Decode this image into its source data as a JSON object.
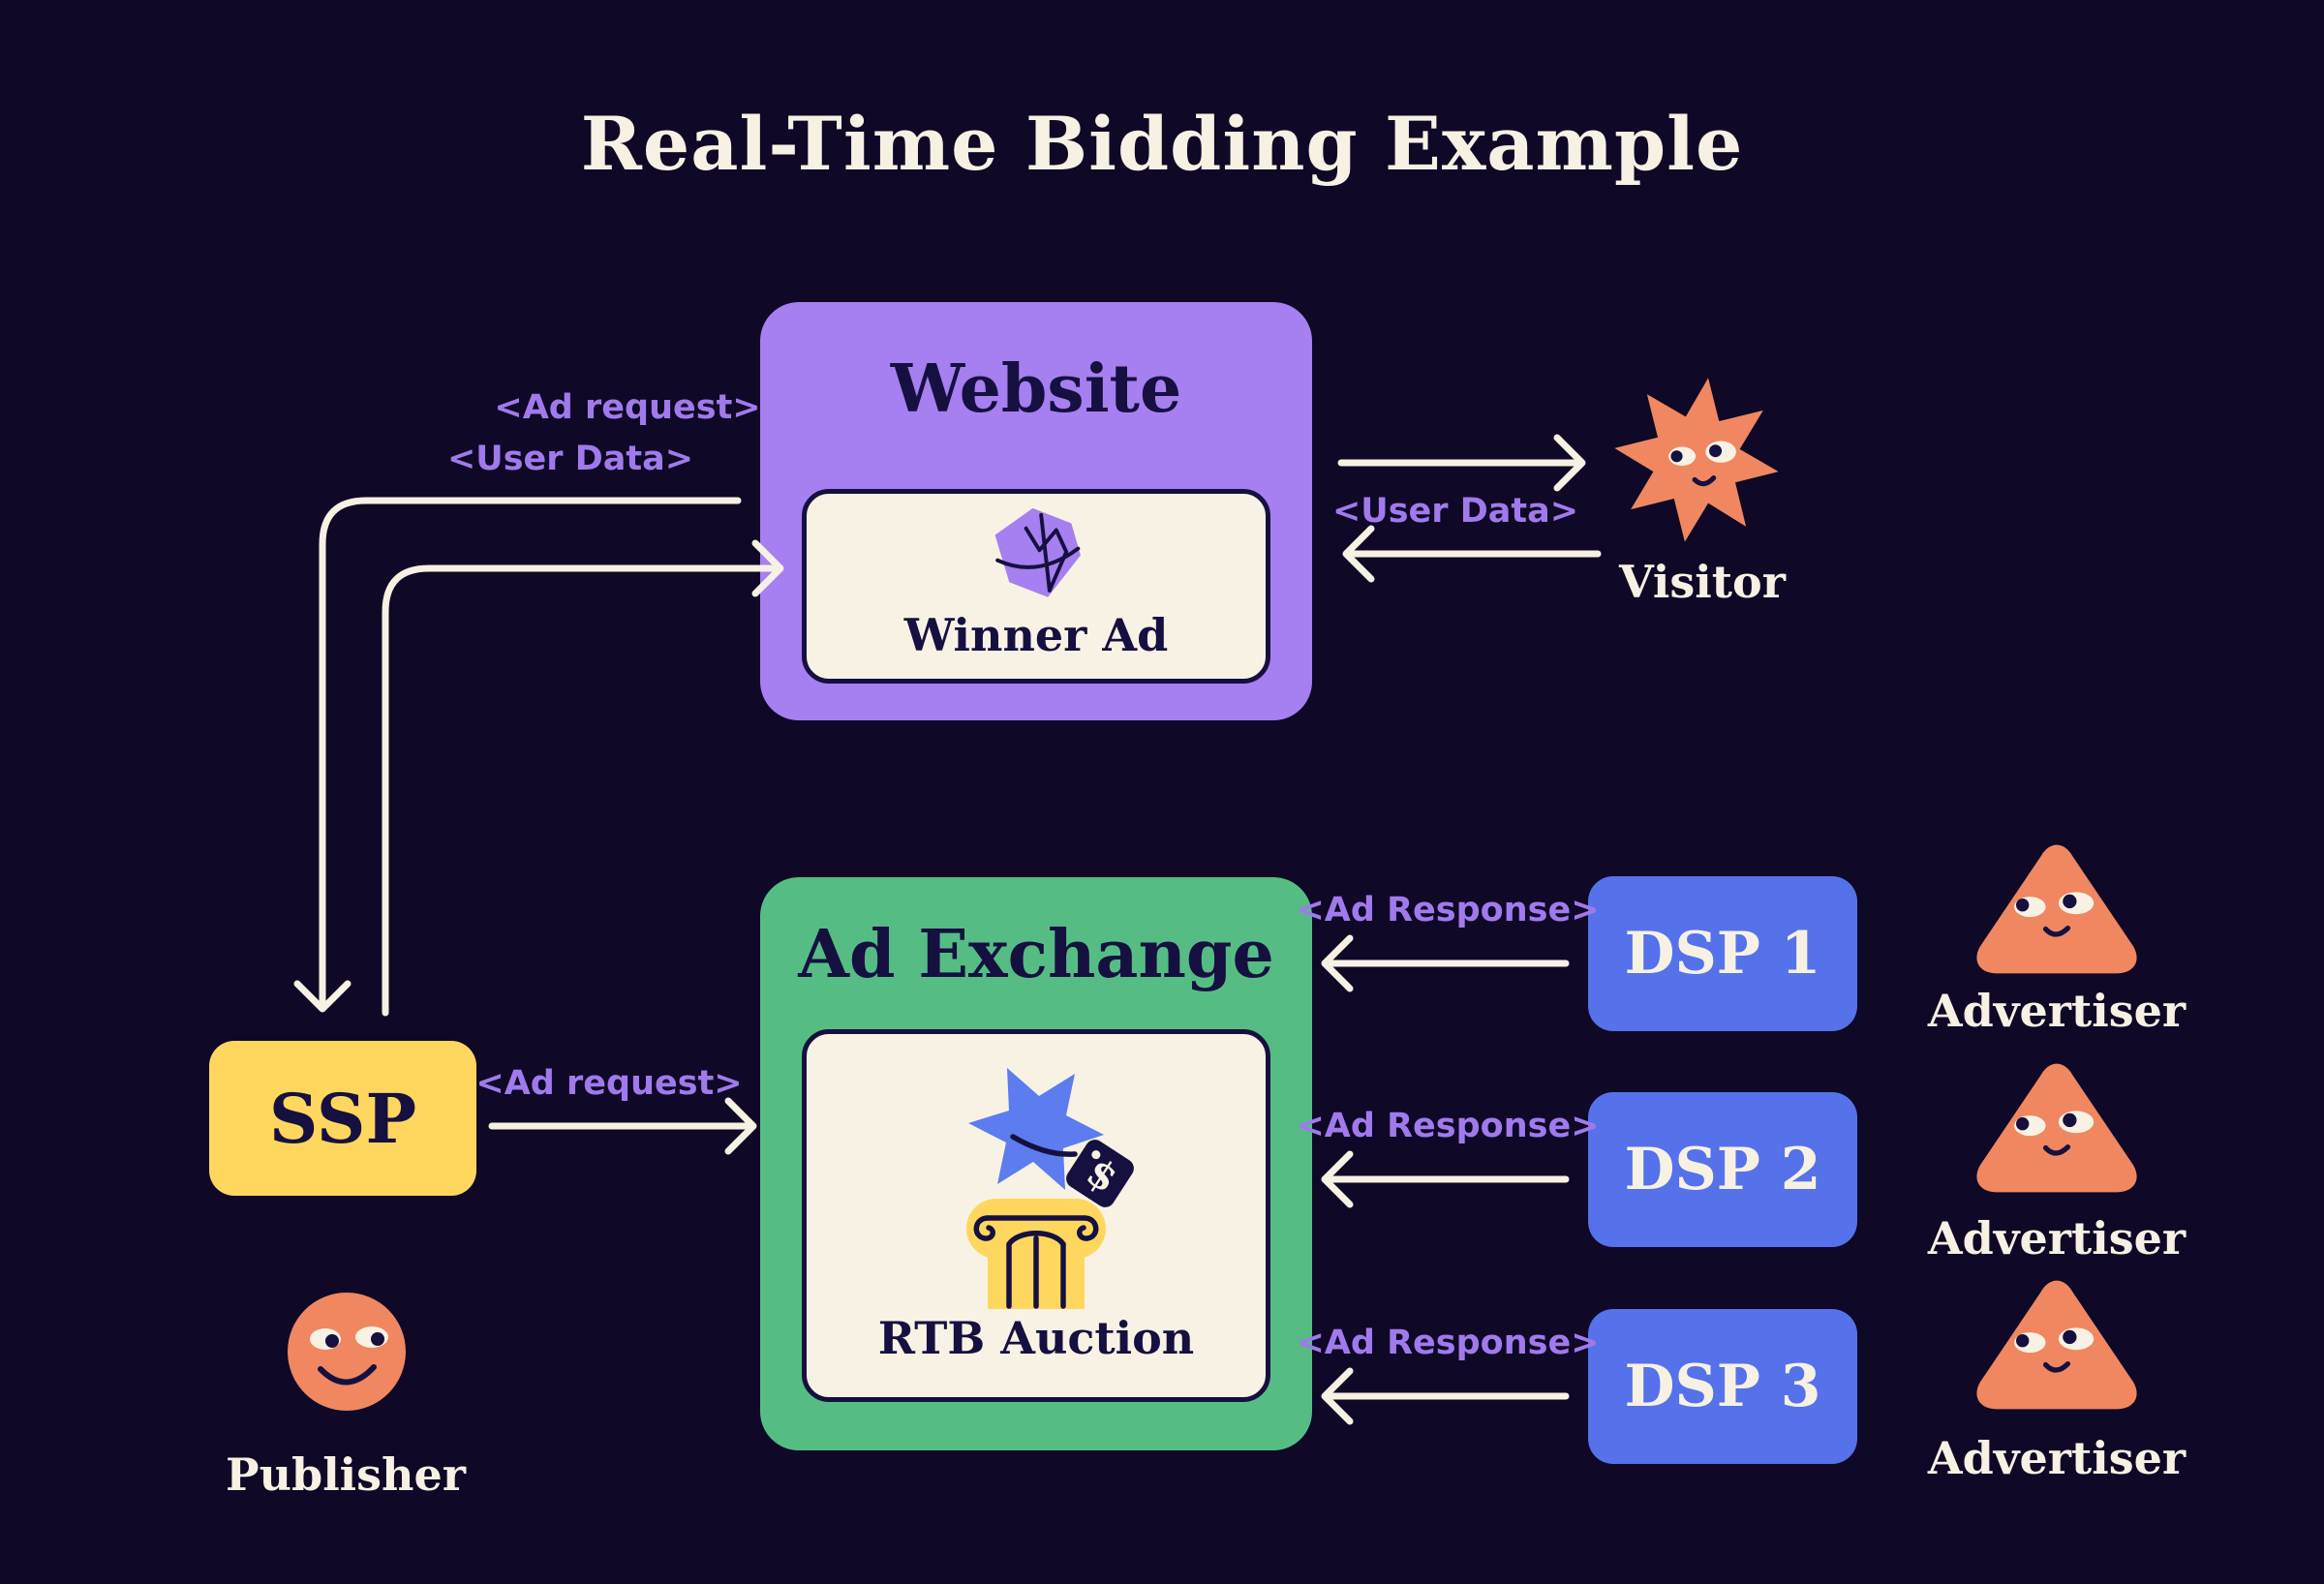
{
  "title": "Real-Time Bidding Example",
  "website": {
    "title": "Website",
    "card_label": "Winner Ad"
  },
  "visitor": {
    "label": "Visitor"
  },
  "ssp": {
    "label": "SSP"
  },
  "publisher": {
    "label": "Publisher"
  },
  "ad_exchange": {
    "title": "Ad Exchange",
    "card_label": "RTB Auction",
    "price_tag_symbol": "$"
  },
  "dsps": [
    {
      "label": "DSP 1"
    },
    {
      "label": "DSP 2"
    },
    {
      "label": "DSP 3"
    }
  ],
  "advertisers": [
    {
      "label": "Advertiser"
    },
    {
      "label": "Advertiser"
    },
    {
      "label": "Advertiser"
    }
  ],
  "flow_labels": {
    "ad_request_to_ssp": "<Ad request>",
    "user_data_to_ssp": "<User Data>",
    "user_data_visitor": "<User Data>",
    "ad_request_to_exchange": "<Ad request>",
    "ad_response": "<Ad Response>"
  },
  "colors": {
    "background": "#0F0827",
    "cream": "#F7F1E3",
    "ink_navy": "#161040",
    "website_purple": "#A67FF0",
    "label_purple": "#A07AEC",
    "exchange_green": "#55BD84",
    "ssp_yellow": "#FFD75E",
    "dsp_blue": "#5572EA",
    "auction_star_blue": "#5C7CEF",
    "character_orange": "#F08760"
  }
}
